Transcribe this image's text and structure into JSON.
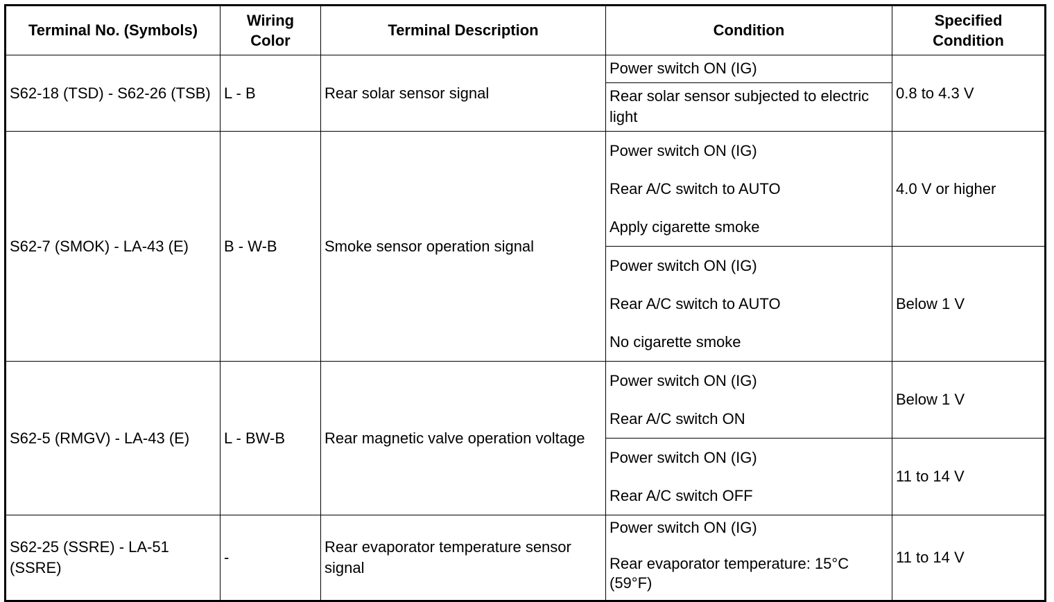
{
  "headers": {
    "terminal": "Terminal No. (Symbols)",
    "wiring": "Wiring\nColor",
    "description": "Terminal Description",
    "condition": "Condition",
    "specified": "Specified\nCondition"
  },
  "rows": [
    {
      "terminal": "S62-18 (TSD) - S62-26 (TSB)",
      "wiring": "L - B",
      "description": "Rear solar sensor signal",
      "conditions": [
        {
          "text": "Power switch ON (IG)",
          "specified": "0.8 to 4.3 V"
        },
        {
          "text": "Rear solar sensor subjected to electric light"
        }
      ]
    },
    {
      "terminal": "S62-7 (SMOK) - LA-43 (E)",
      "wiring": "B - W-B",
      "description": "Smoke sensor operation signal",
      "conditions": [
        {
          "text": "Power switch ON (IG)\nRear A/C switch to AUTO\nApply cigarette smoke",
          "specified": "4.0 V or higher"
        },
        {
          "text": "Power switch ON (IG)\nRear A/C switch to AUTO\nNo cigarette smoke",
          "specified": "Below 1 V"
        }
      ]
    },
    {
      "terminal": "S62-5 (RMGV) - LA-43 (E)",
      "wiring": "L - BW-B",
      "description": "Rear magnetic valve operation voltage",
      "conditions": [
        {
          "text": "Power switch ON (IG)\nRear A/C switch ON",
          "specified": "Below 1 V"
        },
        {
          "text": "Power switch ON (IG)\nRear A/C switch OFF",
          "specified": "11 to 14 V"
        }
      ]
    },
    {
      "terminal": "S62-25 (SSRE) - LA-51 (SSRE)",
      "wiring": "-",
      "description": "Rear evaporator temperature sensor signal",
      "conditions": [
        {
          "text": "Power switch ON (IG)\nRear evaporator temperature: 15°C (59°F)",
          "specified": "11 to 14 V"
        }
      ]
    }
  ]
}
